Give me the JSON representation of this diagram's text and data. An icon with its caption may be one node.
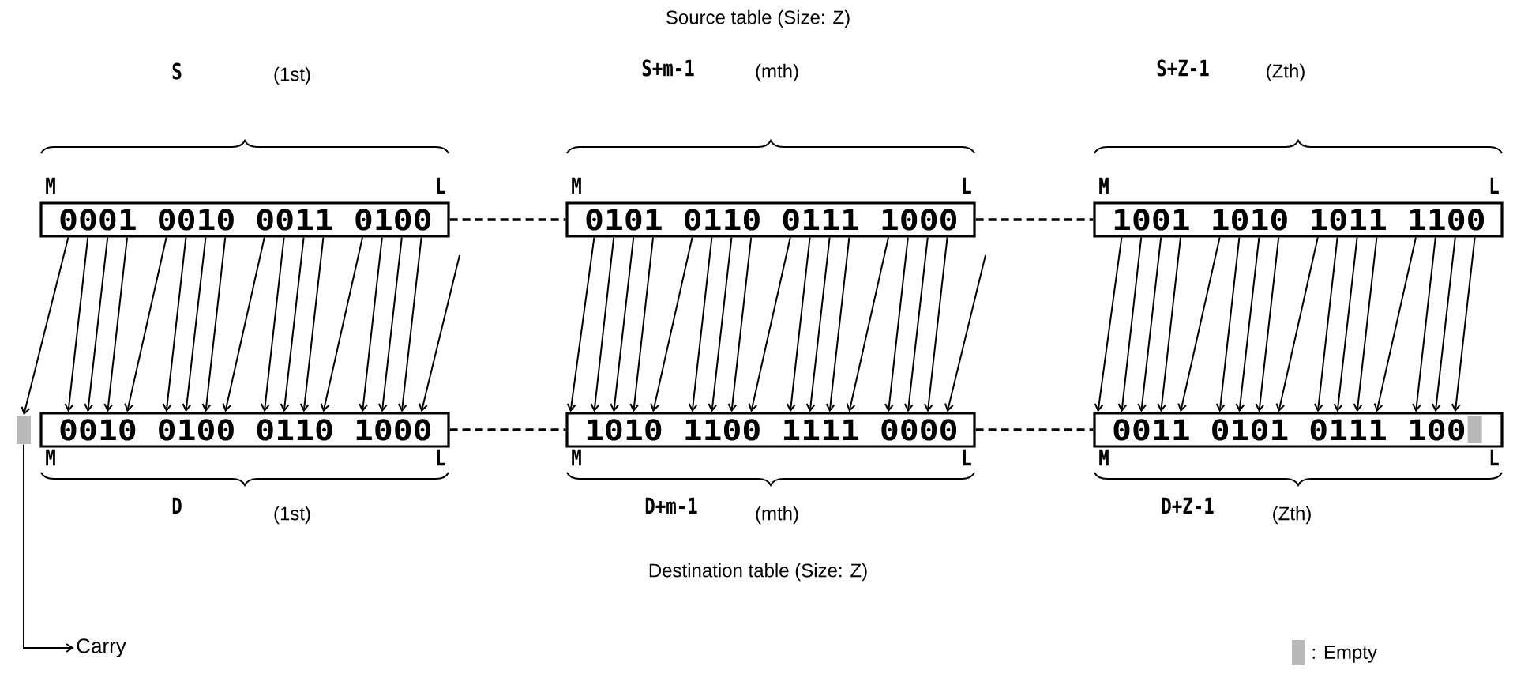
{
  "diagram": {
    "nodes": [
      {
        "text": [
          "0001 0010 0011 0100"
        ],
        "beside": [
          "M",
          "L"
        ]
      },
      {
        "text": [
          "0101 0110 0111 1000"
        ],
        "beside": [
          "M",
          "L"
        ]
      },
      {
        "text": [
          "1001 1010 1011 1100"
        ],
        "beside": [
          "M",
          "L"
        ]
      },
      {
        "text": [
          "0010 0100 0110 1000"
        ],
        "beside": [
          "M",
          "L"
        ]
      },
      {
        "text": [
          "1010 1100 1111 0000"
        ],
        "beside": [
          "M",
          "L"
        ]
      },
      {
        "text": [
          "0011 0101 0111 100"
        ],
        "beside": [
          "M",
          "L"
        ]
      },
      {
        "text": [],
        "shape": "box"
      },
      {
        "text": [
          "Carry"
        ]
      }
    ],
    "edges": [
      {
        "from": 0,
        "to": 1,
        "arrow": "none",
        "style": "dashed"
      },
      {
        "from": 1,
        "to": 2,
        "arrow": "none",
        "style": "dashed"
      },
      {
        "from": 3,
        "to": 4,
        "arrow": "none",
        "style": "dashed"
      },
      {
        "from": 4,
        "to": 5,
        "arrow": "none",
        "style": "dashed"
      },
      {
        "from": 6,
        "to": 7,
        "arrow": "to"
      },
      {
        "from": 0,
        "to": 6,
        "arrow": "to"
      },
      {
        "from": 0,
        "to": 3,
        "arrow": "to"
      },
      {
        "from": 0,
        "to": 3,
        "arrow": "to"
      },
      {
        "from": 0,
        "to": 3,
        "arrow": "to"
      },
      {
        "from": 0,
        "to": 3,
        "arrow": "to"
      },
      {
        "from": 0,
        "to": 3,
        "arrow": "to"
      },
      {
        "from": 0,
        "to": 3,
        "arrow": "to"
      },
      {
        "from": 0,
        "to": 3,
        "arrow": "to"
      },
      {
        "from": 0,
        "to": 3,
        "arrow": "to"
      },
      {
        "from": 0,
        "to": 3,
        "arrow": "to"
      },
      {
        "from": 0,
        "to": 3,
        "arrow": "to"
      },
      {
        "from": 0,
        "to": 3,
        "arrow": "to"
      },
      {
        "from": 0,
        "to": 3,
        "arrow": "to"
      },
      {
        "from": 0,
        "to": 3,
        "arrow": "to"
      },
      {
        "from": 0,
        "to": 3,
        "arrow": "to"
      },
      {
        "from": 0,
        "to": 3,
        "arrow": "to"
      },
      {
        "from": null,
        "to": 3,
        "arrow": "to"
      },
      {
        "from": 1,
        "to": 4,
        "arrow": "to"
      },
      {
        "from": 1,
        "to": 4,
        "arrow": "to"
      },
      {
        "from": 1,
        "to": 4,
        "arrow": "to"
      },
      {
        "from": 1,
        "to": 4,
        "arrow": "to"
      },
      {
        "from": 1,
        "to": 4,
        "arrow": "to"
      },
      {
        "from": 1,
        "to": 4,
        "arrow": "to"
      },
      {
        "from": 1,
        "to": 4,
        "arrow": "to"
      },
      {
        "from": 1,
        "to": 4,
        "arrow": "to"
      },
      {
        "from": 1,
        "to": 4,
        "arrow": "to"
      },
      {
        "from": 1,
        "to": 4,
        "arrow": "to"
      },
      {
        "from": 1,
        "to": 4,
        "arrow": "to"
      },
      {
        "from": 1,
        "to": 4,
        "arrow": "to"
      },
      {
        "from": 1,
        "to": 4,
        "arrow": "to"
      },
      {
        "from": 1,
        "to": 4,
        "arrow": "to"
      },
      {
        "from": 1,
        "to": 4,
        "arrow": "to"
      },
      {
        "from": 1,
        "to": 4,
        "arrow": "to"
      },
      {
        "from": null,
        "to": 4,
        "arrow": "to"
      },
      {
        "from": 2,
        "to": 5,
        "arrow": "to"
      },
      {
        "from": 2,
        "to": 5,
        "arrow": "to"
      },
      {
        "from": 2,
        "to": 5,
        "arrow": "to"
      },
      {
        "from": 2,
        "to": 5,
        "arrow": "to"
      },
      {
        "from": 2,
        "to": 5,
        "arrow": "to"
      },
      {
        "from": 2,
        "to": 5,
        "arrow": "to"
      },
      {
        "from": 2,
        "to": 5,
        "arrow": "to"
      },
      {
        "from": 2,
        "to": 5,
        "arrow": "to"
      },
      {
        "from": 2,
        "to": 5,
        "arrow": "to"
      },
      {
        "from": 2,
        "to": 5,
        "arrow": "to"
      },
      {
        "from": 2,
        "to": 5,
        "arrow": "to"
      },
      {
        "from": 2,
        "to": 5,
        "arrow": "to"
      },
      {
        "from": 2,
        "to": 5,
        "arrow": "to"
      },
      {
        "from": 2,
        "to": 5,
        "arrow": "to"
      },
      {
        "from": 2,
        "to": 5,
        "arrow": "to"
      },
      {
        "from": 2,
        "to": 5,
        "arrow": "to"
      }
    ],
    "labels": [
      "Source table (Size: Z)",
      "S",
      "(1st)",
      "S+m-1",
      "(mth)",
      "S+Z-1",
      "(Zth)",
      "D",
      "(1st)",
      "D+m-1",
      "(mth)",
      "D+Z-1",
      "(Zth)",
      "Destination table (Size: Z)"
    ],
    "legend": [
      {
        "text": ": Empty"
      }
    ]
  }
}
